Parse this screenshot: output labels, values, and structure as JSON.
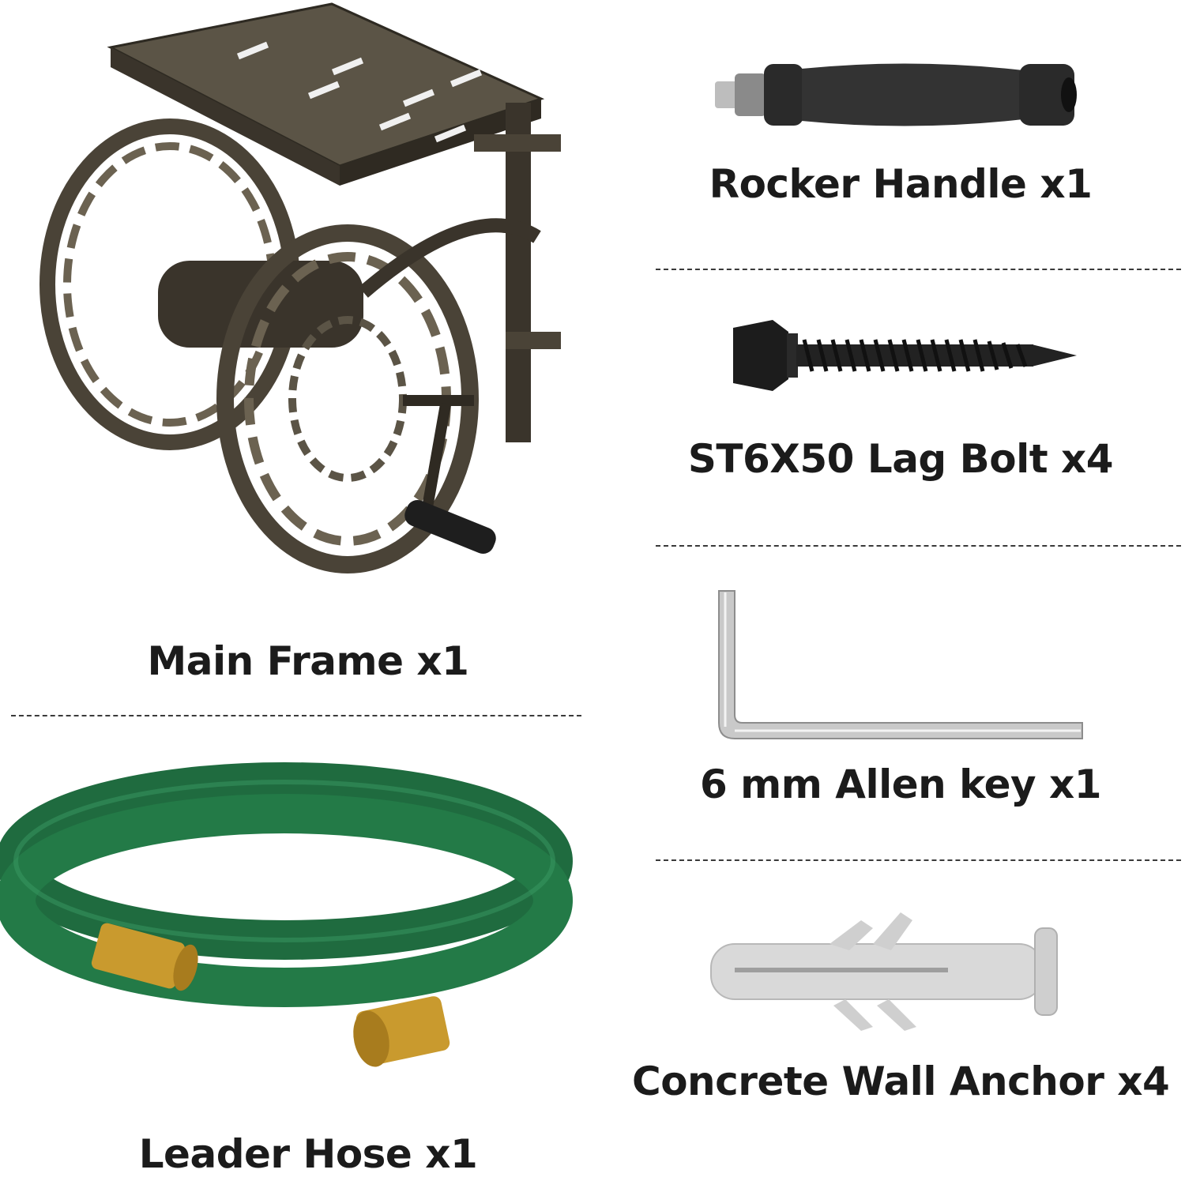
{
  "parts": [
    {
      "id": "main-frame",
      "label": "Main Frame x1"
    },
    {
      "id": "leader-hose",
      "label": "Leader Hose x1"
    },
    {
      "id": "rocker-handle",
      "label": "Rocker Handle x1"
    },
    {
      "id": "lag-bolt",
      "label": "ST6X50 Lag Bolt x4"
    },
    {
      "id": "allen-key",
      "label": "6 mm Allen key x1"
    },
    {
      "id": "wall-anchor",
      "label": "Concrete Wall Anchor x4"
    }
  ],
  "colors": {
    "frame": "#4a4337",
    "hose": "#1f6b3f",
    "brass": "#c99a2e",
    "handle": "#2a2a2a",
    "bolt": "#1c1c1c",
    "allen_key": "#c9c9c9",
    "anchor": "#d9d9d9"
  },
  "icons": [
    "hose-reel-icon",
    "garden-hose-icon",
    "handle-icon",
    "lag-bolt-icon",
    "allen-key-icon",
    "wall-anchor-icon"
  ]
}
